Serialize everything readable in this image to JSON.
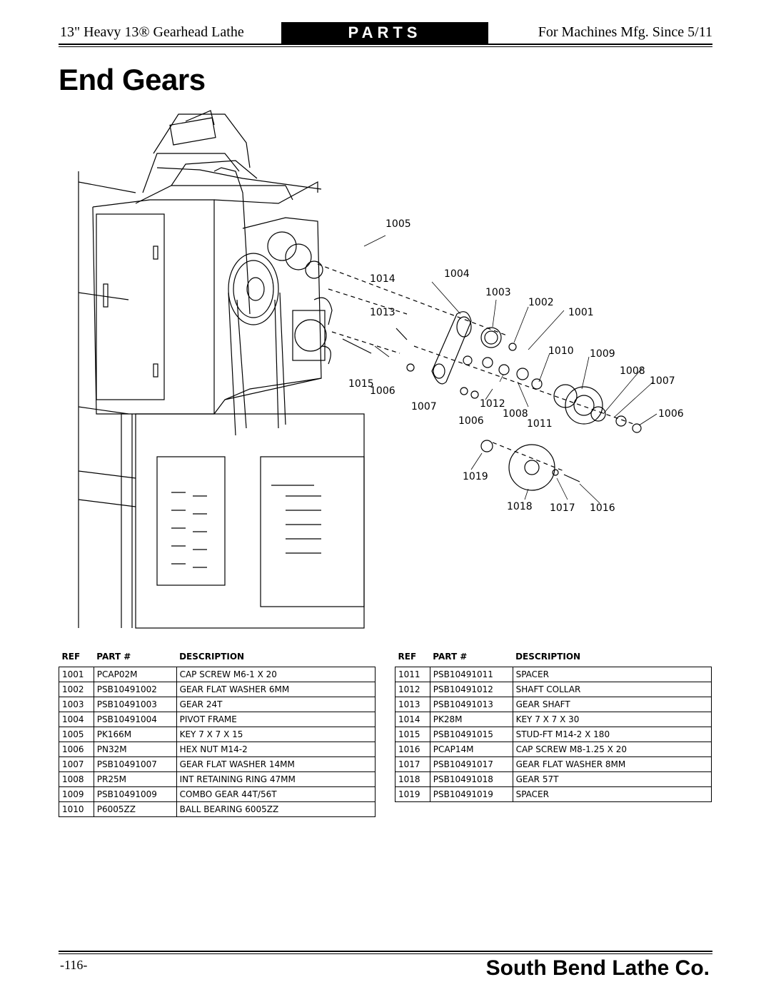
{
  "header": {
    "left": "13\" Heavy 13® Gearhead Lathe",
    "section": "PARTS",
    "right": "For Machines Mfg. Since 5/11"
  },
  "title": "End Gears",
  "callouts": [
    "1005",
    "1014",
    "1004",
    "1003",
    "1002",
    "1001",
    "1013",
    "1010",
    "1009",
    "1008",
    "1007",
    "1015",
    "1006",
    "1007",
    "1012",
    "1008",
    "1006",
    "1011",
    "1006",
    "1019",
    "1018",
    "1017",
    "1016"
  ],
  "table_headers": {
    "ref": "REF",
    "part": "PART #",
    "description": "DESCRIPTION"
  },
  "parts_left": [
    {
      "ref": "1001",
      "part": "PCAP02M",
      "desc": "CAP SCREW M6-1 X 20"
    },
    {
      "ref": "1002",
      "part": "PSB10491002",
      "desc": "GEAR FLAT WASHER 6MM"
    },
    {
      "ref": "1003",
      "part": "PSB10491003",
      "desc": "GEAR 24T"
    },
    {
      "ref": "1004",
      "part": "PSB10491004",
      "desc": "PIVOT FRAME"
    },
    {
      "ref": "1005",
      "part": "PK166M",
      "desc": "KEY 7 X 7 X 15"
    },
    {
      "ref": "1006",
      "part": "PN32M",
      "desc": "HEX NUT M14-2"
    },
    {
      "ref": "1007",
      "part": "PSB10491007",
      "desc": "GEAR FLAT WASHER 14MM"
    },
    {
      "ref": "1008",
      "part": "PR25M",
      "desc": "INT RETAINING RING 47MM"
    },
    {
      "ref": "1009",
      "part": "PSB10491009",
      "desc": "COMBO GEAR 44T/56T"
    },
    {
      "ref": "1010",
      "part": "P6005ZZ",
      "desc": "BALL BEARING 6005ZZ"
    }
  ],
  "parts_right": [
    {
      "ref": "1011",
      "part": "PSB10491011",
      "desc": "SPACER"
    },
    {
      "ref": "1012",
      "part": "PSB10491012",
      "desc": "SHAFT COLLAR"
    },
    {
      "ref": "1013",
      "part": "PSB10491013",
      "desc": "GEAR SHAFT"
    },
    {
      "ref": "1014",
      "part": "PK28M",
      "desc": "KEY 7 X 7 X 30"
    },
    {
      "ref": "1015",
      "part": "PSB10491015",
      "desc": "STUD-FT M14-2 X 180"
    },
    {
      "ref": "1016",
      "part": "PCAP14M",
      "desc": "CAP SCREW M8-1.25 X 20"
    },
    {
      "ref": "1017",
      "part": "PSB10491017",
      "desc": "GEAR FLAT WASHER 8MM"
    },
    {
      "ref": "1018",
      "part": "PSB10491018",
      "desc": "GEAR 57T"
    },
    {
      "ref": "1019",
      "part": "PSB10491019",
      "desc": "SPACER"
    }
  ],
  "footer": {
    "page": "-116-",
    "brand": "South Bend Lathe Co."
  }
}
